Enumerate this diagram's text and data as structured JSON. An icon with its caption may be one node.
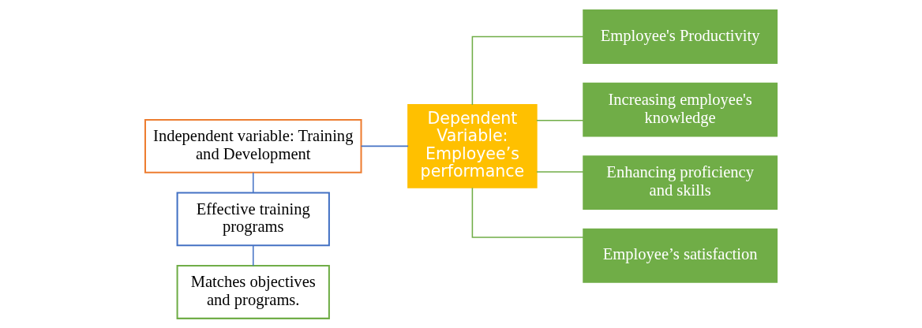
{
  "diagram": {
    "nodes": [
      {
        "text": [
          "Independent variable: Training and Development"
        ]
      },
      {
        "text": [
          "Effective training programs"
        ]
      },
      {
        "text": [
          "Matches objectives and programs."
        ]
      },
      {
        "text": [
          "Dependent Variable: Employee’s performance"
        ]
      },
      {
        "text": [
          "Employee's Productivity"
        ]
      },
      {
        "text": [
          "Increasing employee's knowledge"
        ]
      },
      {
        "text": [
          "Enhancing proficiency and skills"
        ]
      },
      {
        "text": [
          "Employee’s satisfaction"
        ]
      }
    ],
    "edges": [
      {
        "from": 0,
        "to": 1,
        "arrow": "none",
        "color": "#4472c4"
      },
      {
        "from": 1,
        "to": 2,
        "arrow": "none",
        "color": "#4472c4"
      },
      {
        "from": 0,
        "to": 3,
        "arrow": "none",
        "color": "#4472c4"
      },
      {
        "from": 3,
        "to": 4,
        "arrow": "none",
        "color": "#70ad47"
      },
      {
        "from": 3,
        "to": 5,
        "arrow": "none",
        "color": "#70ad47"
      },
      {
        "from": 3,
        "to": 6,
        "arrow": "none",
        "color": "#70ad47"
      },
      {
        "from": 3,
        "to": 7,
        "arrow": "none",
        "color": "#70ad47"
      }
    ]
  }
}
